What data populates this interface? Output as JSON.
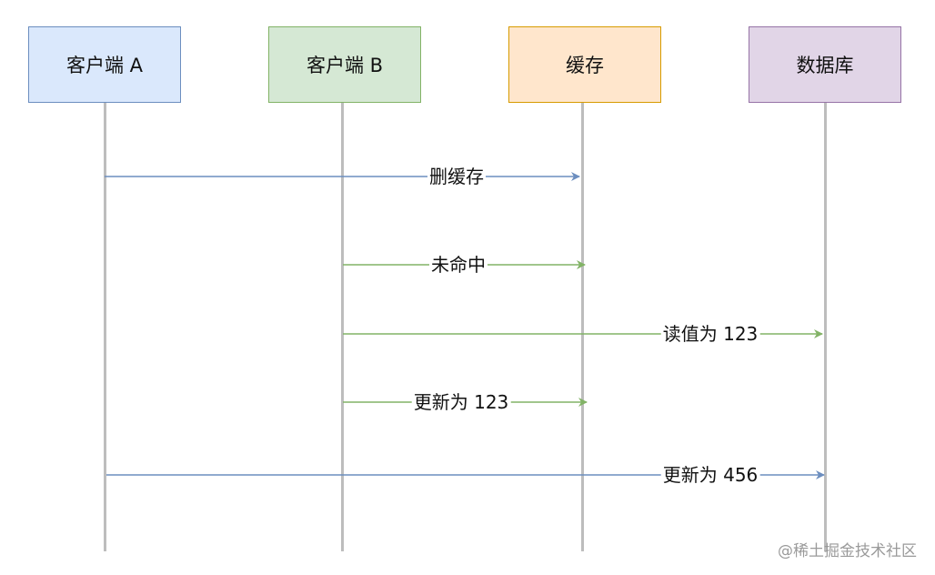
{
  "actors": [
    {
      "label": "客户端 A",
      "fill": "#dae8fc",
      "stroke": "#6c8ebf"
    },
    {
      "label": "客户端 B",
      "fill": "#d5e8d4",
      "stroke": "#82b366"
    },
    {
      "label": "缓存",
      "fill": "#ffe6cc",
      "stroke": "#d79b00"
    },
    {
      "label": "数据库",
      "fill": "#e1d5e7",
      "stroke": "#9673a6"
    }
  ],
  "messages": [
    {
      "from": "客户端 A",
      "to": "缓存",
      "label": "删缓存",
      "color": "#6c8ebf"
    },
    {
      "from": "客户端 B",
      "to": "缓存",
      "label": "未命中",
      "color": "#82b366"
    },
    {
      "from": "客户端 B",
      "to": "数据库",
      "label": "读值为 123",
      "color": "#82b366"
    },
    {
      "from": "客户端 B",
      "to": "缓存",
      "label": "更新为 123",
      "color": "#82b366"
    },
    {
      "from": "客户端 A",
      "to": "数据库",
      "label": "更新为 456",
      "color": "#6c8ebf"
    }
  ],
  "watermark": "@稀土掘金技术社区"
}
